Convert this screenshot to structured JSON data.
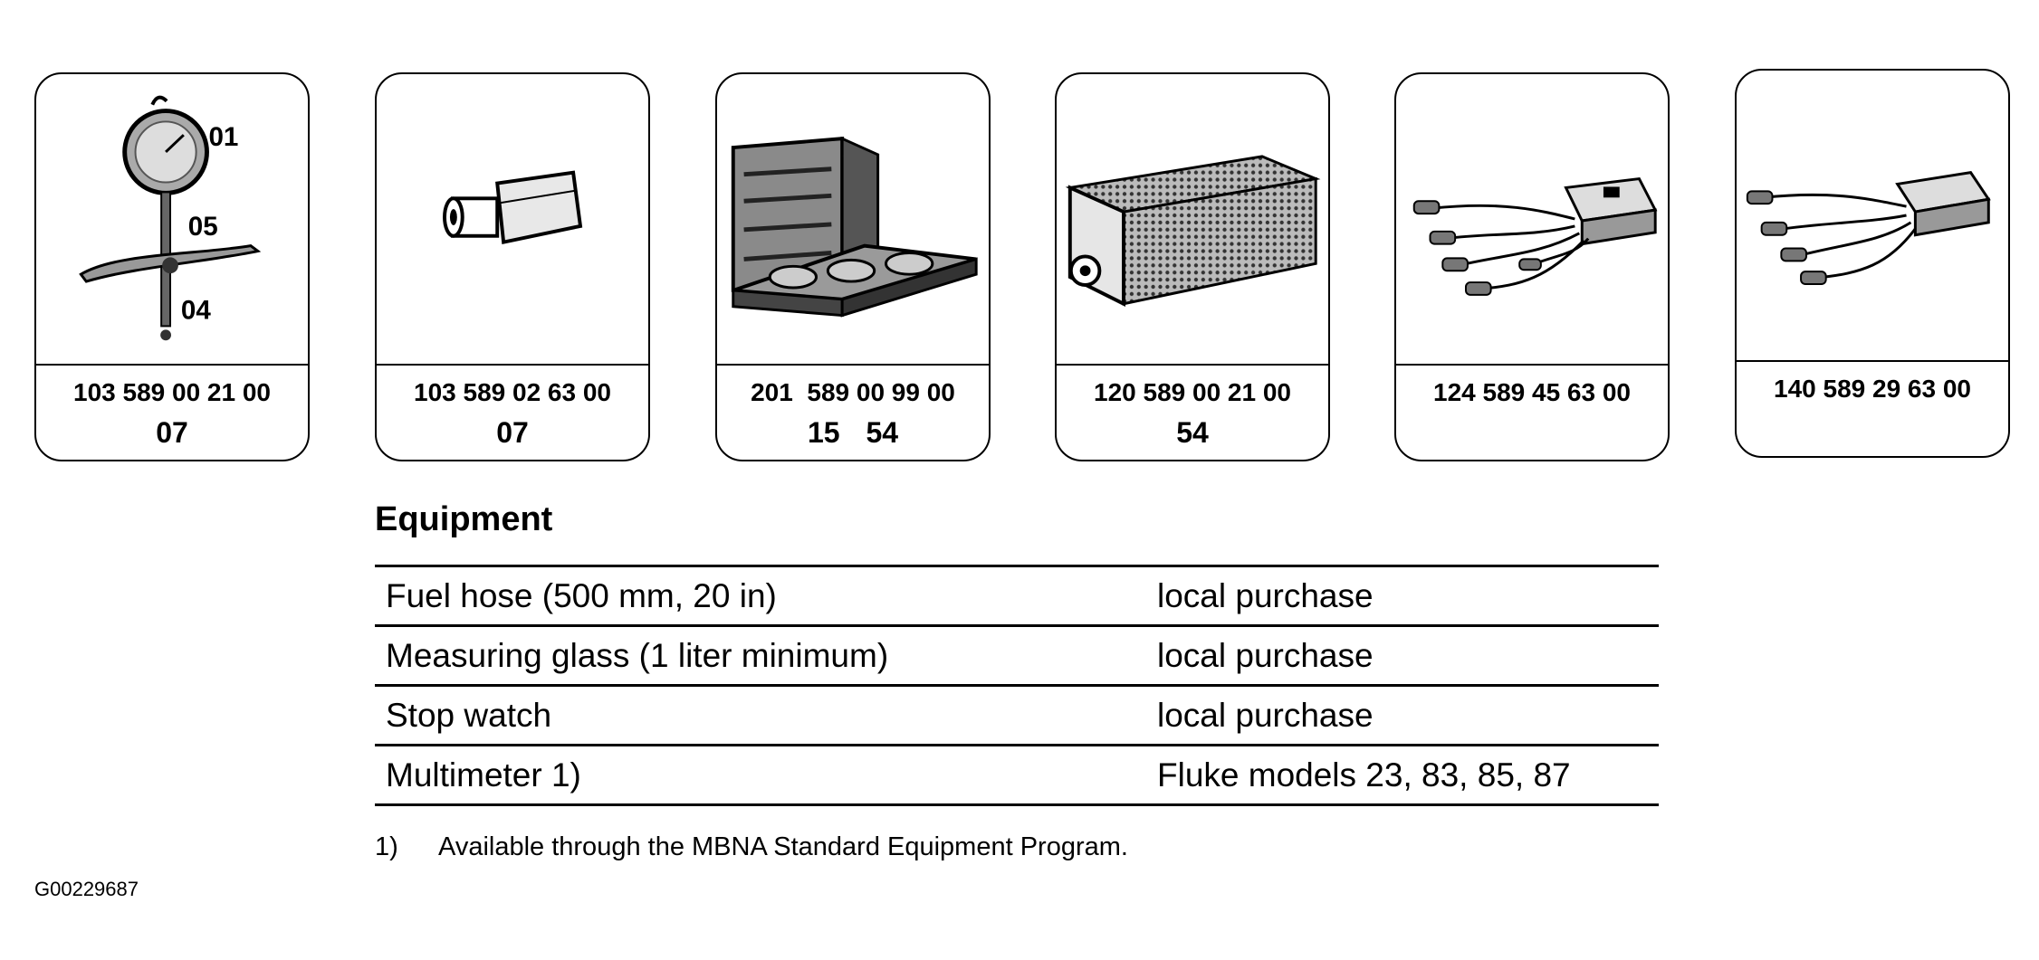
{
  "tools": [
    {
      "part_number": "103 589 00 21 00",
      "codes": "07",
      "icon": "dial-gauge-icon",
      "callouts": [
        "01",
        "05",
        "04"
      ]
    },
    {
      "part_number": "103 589 02 63 00",
      "codes": "07",
      "icon": "adapter-fitting-icon"
    },
    {
      "part_number": "201  589 00 99 00",
      "codes": "15 54",
      "icon": "test-case-icon"
    },
    {
      "part_number": "120 589 00 21 00",
      "codes": "54",
      "icon": "socket-box-icon"
    },
    {
      "part_number": "124 589 45 63 00",
      "codes": "",
      "icon": "test-cable-icon"
    },
    {
      "part_number": "140 589 29 63 00",
      "codes": "",
      "icon": "test-cable-icon"
    }
  ],
  "equipment": {
    "heading": "Equipment",
    "rows": [
      {
        "item": "Fuel hose (500 mm, 20 in)",
        "source": "local purchase"
      },
      {
        "item": "Measuring glass (1 liter minimum)",
        "source": "local purchase"
      },
      {
        "item": "Stop watch",
        "source": "local purchase"
      },
      {
        "item": "Multimeter 1)",
        "source": "Fluke models 23, 83, 85, 87"
      }
    ],
    "footnote": {
      "marker": "1)",
      "text": "Available through the MBNA Standard Equipment Program."
    }
  },
  "figure_id": "G00229687"
}
